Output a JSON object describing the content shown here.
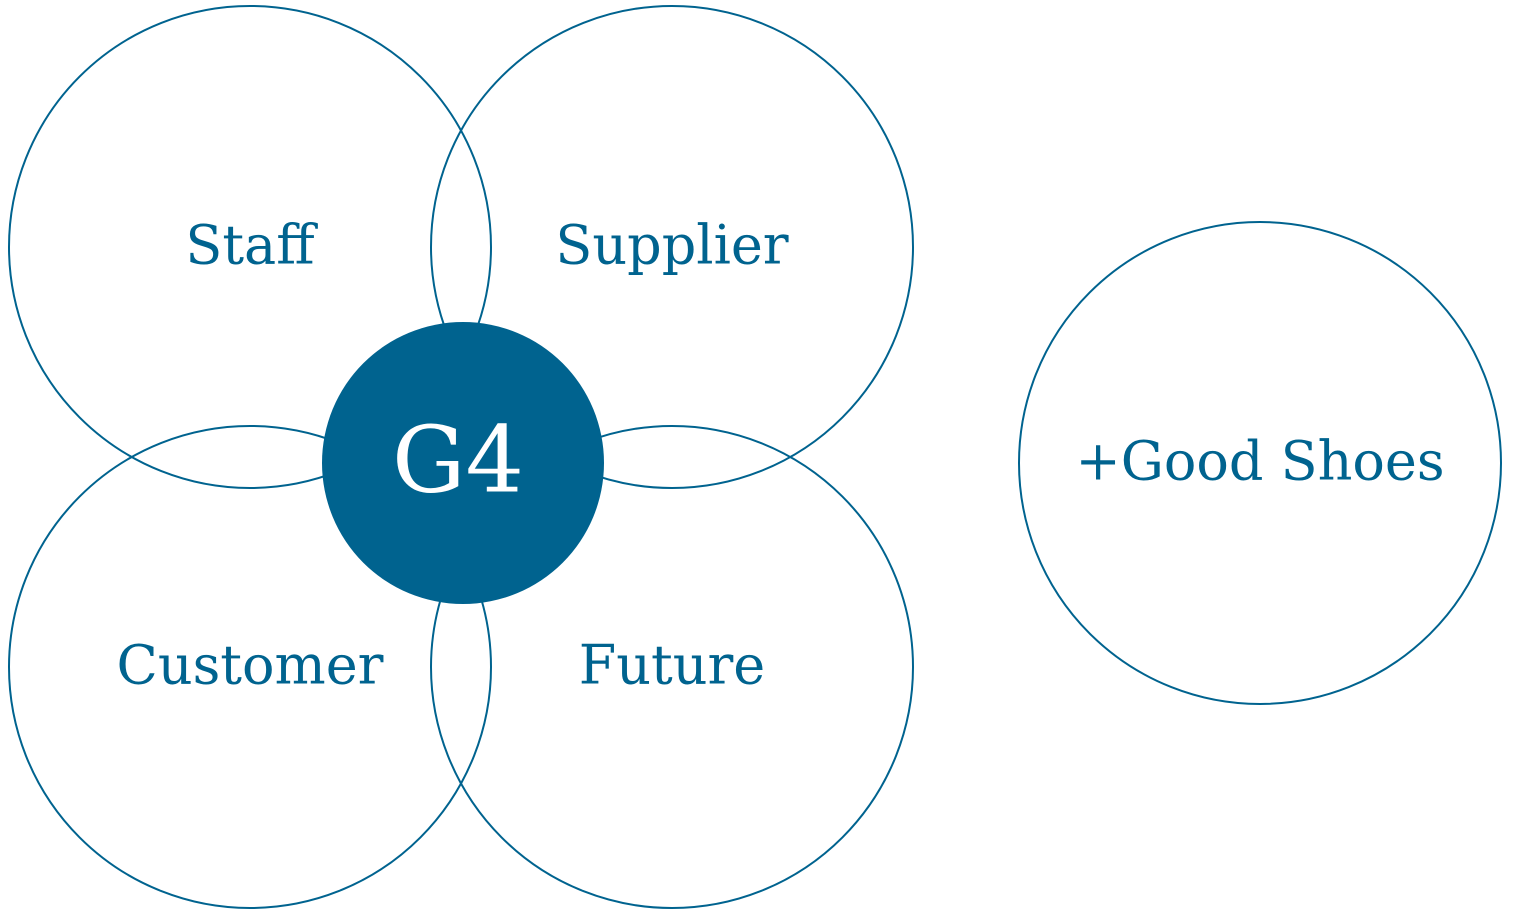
{
  "colors": {
    "primary": "#00638f",
    "center_text": "#ffffff",
    "background": "#ffffff"
  },
  "diagram": {
    "center": {
      "label": "G4"
    },
    "circles": {
      "staff": "Staff",
      "supplier": "Supplier",
      "customer": "Customer",
      "future": "Future"
    },
    "extra": "+Good Shoes"
  }
}
